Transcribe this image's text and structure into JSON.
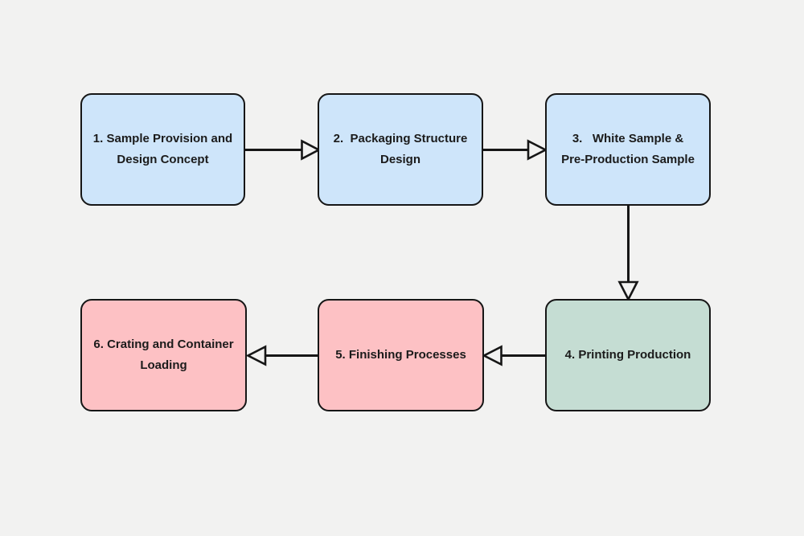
{
  "diagram": {
    "background_color": "#f2f2f1",
    "stroke_color": "#161616",
    "text_color": "#1b1b1b",
    "arrow_style": "hollow-triangle",
    "nodes": [
      {
        "id": "1",
        "lines": [
          "1. Sample Provision and",
          "Design Concept"
        ],
        "fill": "#cee5fa"
      },
      {
        "id": "2",
        "lines": [
          "2.  Packaging Structure",
          "Design"
        ],
        "fill": "#cee5fa"
      },
      {
        "id": "3",
        "lines": [
          "3.   White Sample &",
          "Pre-Production Sample"
        ],
        "fill": "#cee5fa"
      },
      {
        "id": "4",
        "lines": [
          "4. Printing Production"
        ],
        "fill": "#c5ddd3"
      },
      {
        "id": "5",
        "lines": [
          "5. Finishing Processes"
        ],
        "fill": "#fdc1c4"
      },
      {
        "id": "6",
        "lines": [
          "6. Crating and Container",
          "Loading"
        ],
        "fill": "#fdc1c4"
      }
    ],
    "edges": [
      {
        "from": "1",
        "to": "2",
        "direction": "right"
      },
      {
        "from": "2",
        "to": "3",
        "direction": "right"
      },
      {
        "from": "3",
        "to": "4",
        "direction": "down"
      },
      {
        "from": "4",
        "to": "5",
        "direction": "left"
      },
      {
        "from": "5",
        "to": "6",
        "direction": "left"
      }
    ]
  }
}
